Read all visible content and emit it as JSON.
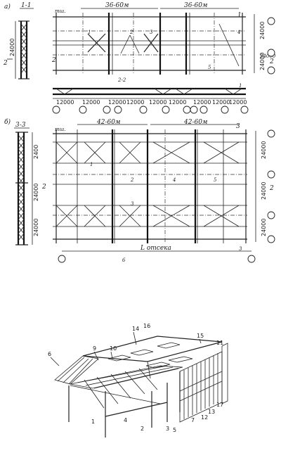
{
  "plan_a": {
    "label": "а)",
    "section_label": "1-1",
    "axis_mark": "тш.",
    "span_left": "36-60м",
    "span_right": "36-60м",
    "section_cut_2": "2-2",
    "height_dim": "24000",
    "side_dim_right_top": "24000",
    "side_dim_right_bottom": "24000",
    "side_dim_left": "24000",
    "cut_marks": [
      "1",
      "2",
      "2",
      "1"
    ],
    "bay_dims": [
      "12000",
      "12000",
      "12000",
      "12000",
      "12000",
      "12000",
      "12000",
      "12000",
      "12000"
    ],
    "element_labels": [
      "1",
      "2",
      "3",
      "4",
      "5"
    ]
  },
  "plan_b": {
    "label": "б)",
    "section_label": "3-3",
    "axis_mark": "тш.",
    "span_left": "42-60м",
    "span_right": "42-60м",
    "left_dims": [
      "2400",
      "24000",
      "24000"
    ],
    "right_dims": [
      "24000",
      "24000",
      "24000"
    ],
    "compartment": "L отсека",
    "cut_marks": [
      "3",
      "2",
      "2",
      "3"
    ],
    "element_labels": [
      "1",
      "2",
      "3",
      "4",
      "5",
      "6"
    ]
  },
  "iso": {
    "labels": [
      "1",
      "2",
      "3",
      "4",
      "5",
      "6",
      "7",
      "9",
      "10",
      "11",
      "12",
      "13",
      "14",
      "15",
      "16",
      "17"
    ]
  }
}
